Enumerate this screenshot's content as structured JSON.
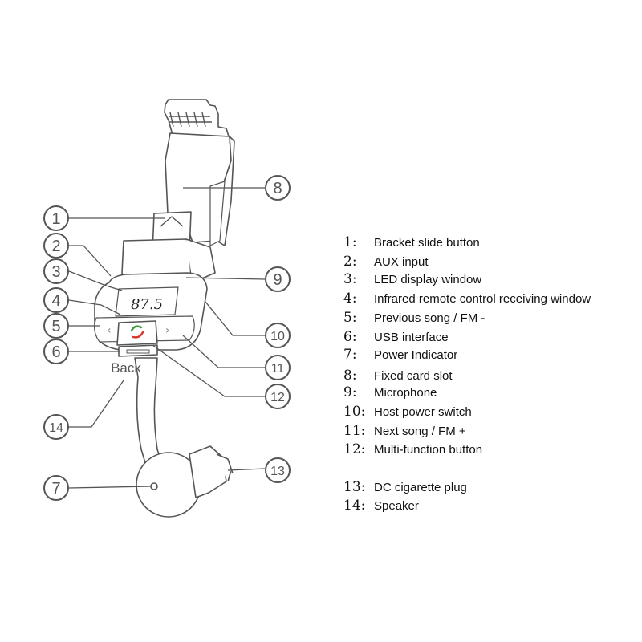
{
  "device": {
    "display_text": "87.5",
    "back_label": "Back"
  },
  "callouts": [
    "1",
    "2",
    "3",
    "4",
    "5",
    "6",
    "7",
    "8",
    "9",
    "10",
    "11",
    "12",
    "13",
    "14"
  ],
  "legend": [
    {
      "num": "1:",
      "text": "Bracket slide button"
    },
    {
      "num": "2:",
      "text": "AUX input"
    },
    {
      "num": "3:",
      "text": "LED display window"
    },
    {
      "num": "4:",
      "text": "Infrared remote control receiving window"
    },
    {
      "num": "5:",
      "text": "Previous song / FM -"
    },
    {
      "num": "6:",
      "text": "USB interface"
    },
    {
      "num": "7:",
      "text": "Power Indicator"
    },
    {
      "num": "8:",
      "text": "Fixed card slot"
    },
    {
      "num": "9:",
      "text": "Microphone"
    },
    {
      "num": "10:",
      "text": "Host power switch"
    },
    {
      "num": "11:",
      "text": "Next song / FM +"
    },
    {
      "num": "12:",
      "text": "Multi-function button"
    },
    {
      "num": "13:",
      "text": "DC cigarette plug"
    },
    {
      "num": "14:",
      "text": "Speaker"
    }
  ],
  "colors": {
    "line": "#555555",
    "button_icon": "#d9342b",
    "button_icon_alt": "#3a9a3a"
  }
}
